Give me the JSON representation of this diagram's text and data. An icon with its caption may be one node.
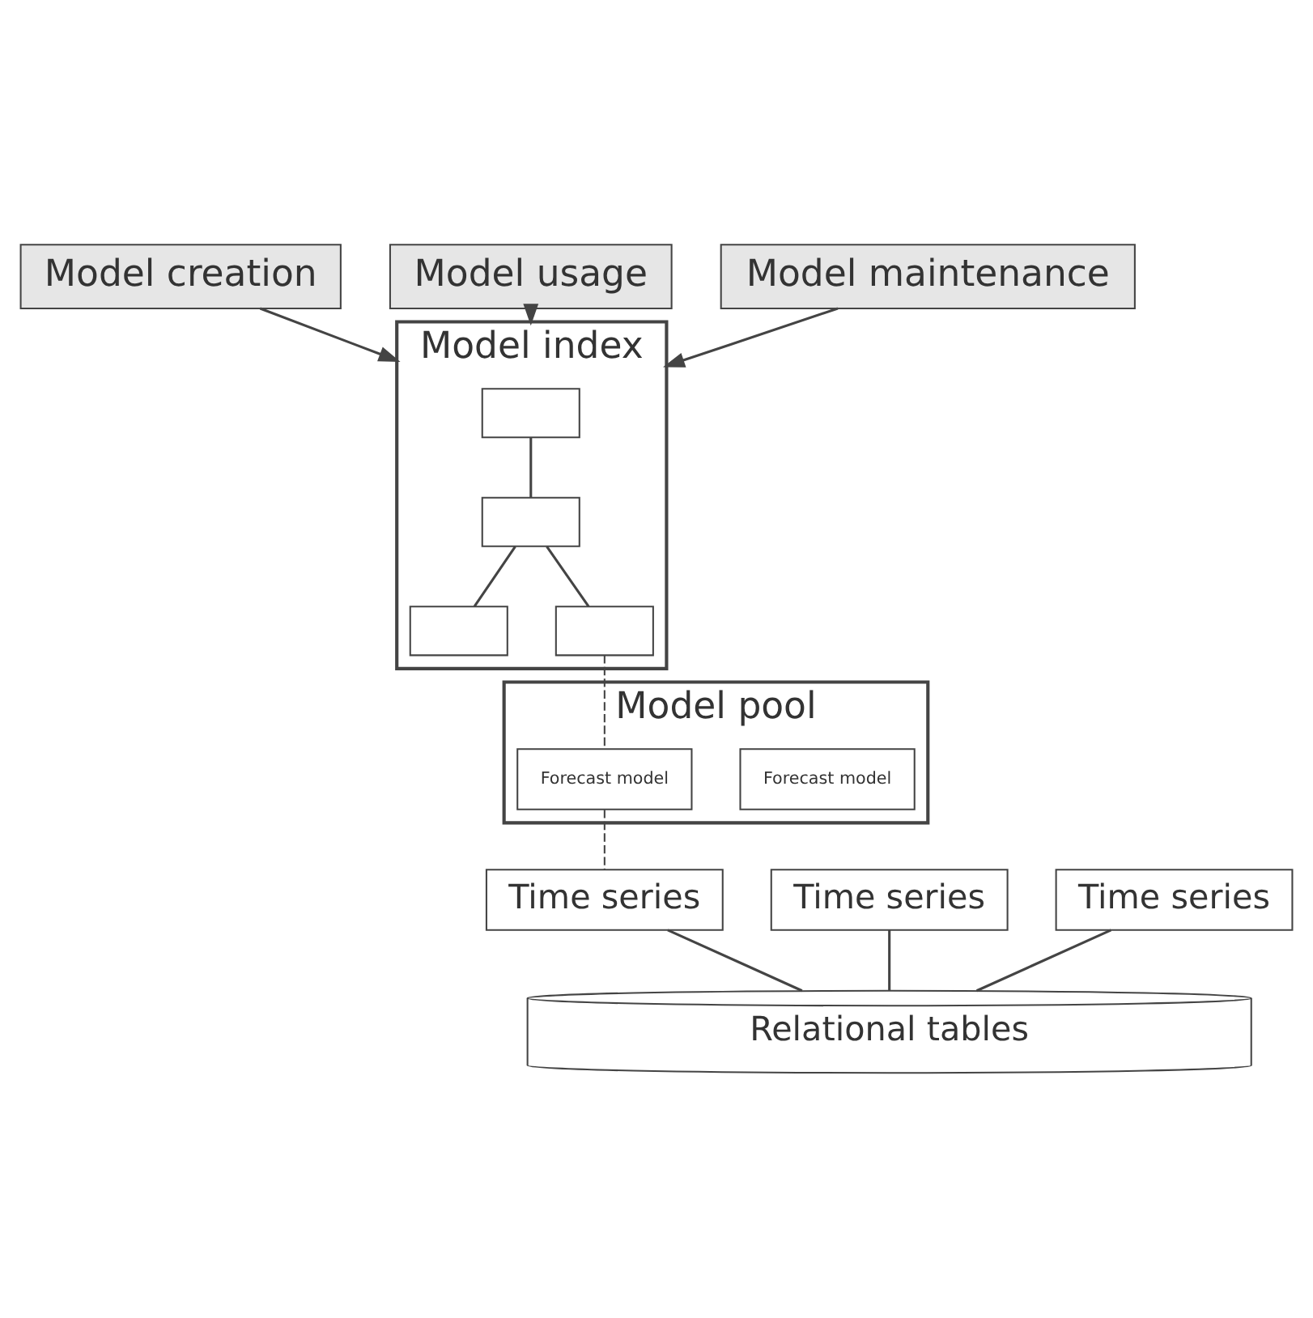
{
  "diagram": {
    "nodes": [
      {
        "text": [
          "Model usage"
        ]
      },
      {
        "text": [
          "Model creation"
        ]
      },
      {
        "text": [
          "Model maintenance"
        ]
      },
      {
        "text": [
          "Model index"
        ]
      },
      {
        "text": [],
        "shape": "box",
        "in": 3
      },
      {
        "text": [],
        "shape": "box",
        "in": 3
      },
      {
        "text": [],
        "shape": "box",
        "in": 3
      },
      {
        "text": [],
        "shape": "box",
        "in": 3
      },
      {
        "text": [
          "Model pool"
        ]
      },
      {
        "text": [
          "Forecast model"
        ],
        "in": 8
      },
      {
        "text": [
          "Forecast model"
        ],
        "in": 8
      },
      {
        "text": [
          "Time series"
        ]
      },
      {
        "text": [
          "Time series"
        ]
      },
      {
        "text": [
          "Time series"
        ]
      },
      {
        "text": [
          "Relational tables"
        ]
      }
    ],
    "edges": [
      {
        "from": 0,
        "to": 3,
        "arrow": "to"
      },
      {
        "from": 1,
        "to": 3,
        "arrow": "to"
      },
      {
        "from": 2,
        "to": 3,
        "arrow": "to"
      },
      {
        "from": 4,
        "to": 5,
        "arrow": "none"
      },
      {
        "from": 5,
        "to": 6,
        "arrow": "none"
      },
      {
        "from": 5,
        "to": 7,
        "arrow": "none"
      },
      {
        "from": 7,
        "to": 10,
        "arrow": "none",
        "style": "dashed"
      },
      {
        "from": 10,
        "to": 13,
        "arrow": "none",
        "style": "dashed"
      },
      {
        "from": 11,
        "to": 14,
        "arrow": "none"
      },
      {
        "from": 12,
        "to": 14,
        "arrow": "none"
      },
      {
        "from": 13,
        "to": 14,
        "arrow": "none"
      }
    ]
  }
}
